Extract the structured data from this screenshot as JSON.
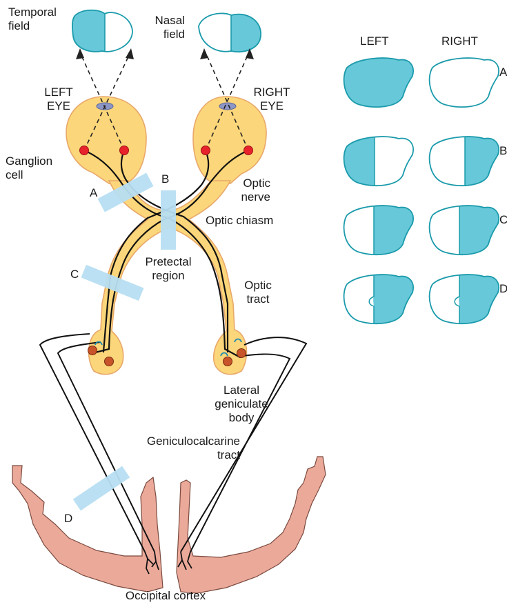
{
  "labels": {
    "temporal_field": [
      "Temporal",
      "field"
    ],
    "nasal_field": [
      "Nasal",
      "field"
    ],
    "left_eye": [
      "LEFT",
      "EYE"
    ],
    "right_eye": [
      "RIGHT",
      "EYE"
    ],
    "ganglion_cell": [
      "Ganglion",
      "cell"
    ],
    "optic_nerve": [
      "Optic",
      "nerve"
    ],
    "optic_chiasm": "Optic chiasm",
    "pretectal_region": [
      "Pretectal",
      "region"
    ],
    "optic_tract": [
      "Optic",
      "tract"
    ],
    "lateral_geniculate_body": [
      "Lateral",
      "geniculate",
      "body"
    ],
    "geniculocalcarine_tract": [
      "Geniculocalcarine",
      "tract"
    ],
    "occipital_cortex": "Occipital cortex",
    "lesion_a": "A",
    "lesion_b": "B",
    "lesion_c": "C",
    "lesion_d": "D"
  },
  "field_defects": {
    "column_headers": [
      "LEFT",
      "RIGHT"
    ],
    "rows": [
      {
        "label": "A",
        "left": "full",
        "right": "none"
      },
      {
        "label": "B",
        "left": "temporal-half",
        "right": "temporal-half"
      },
      {
        "label": "C",
        "left": "right-half",
        "right": "right-half"
      },
      {
        "label": "D",
        "left": "right-half-macular-sparing",
        "right": "right-half-macular-sparing"
      }
    ]
  },
  "colors": {
    "field_fill": "#66c8d8",
    "field_outline": "#1a9aab",
    "pathway_fill": "#fcd67a",
    "pathway_outline": "#e8a86a",
    "cortex_fill": "#eba99a",
    "lesion_bar": "#b8dff3",
    "ganglion_cell": "#e8222a",
    "lgb_neuron": "#c8552a",
    "lens": "#8c96c6"
  }
}
